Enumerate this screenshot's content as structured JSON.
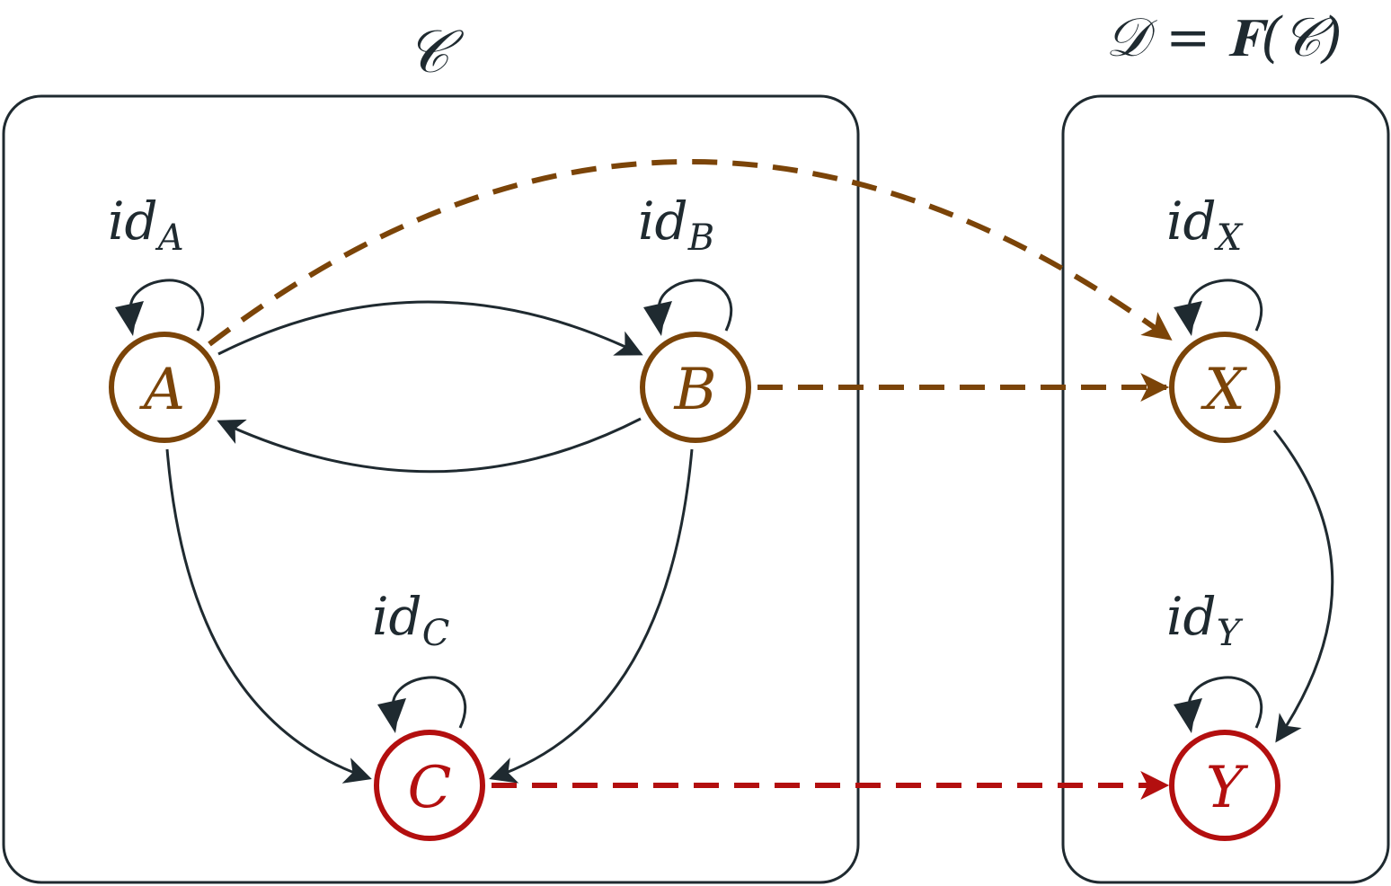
{
  "colors": {
    "ink": "#1f2a30",
    "brown": "#7b4408",
    "red": "#b30f0f"
  },
  "categories": {
    "source": {
      "label": "𝒞"
    },
    "target": {
      "label": "𝒟 = 𝐅(𝒞)"
    }
  },
  "nodes": {
    "A": {
      "label": "A",
      "id_label": "id",
      "id_sub": "A"
    },
    "B": {
      "label": "B",
      "id_label": "id",
      "id_sub": "B"
    },
    "C": {
      "label": "C",
      "id_label": "id",
      "id_sub": "C"
    },
    "X": {
      "label": "X",
      "id_label": "id",
      "id_sub": "X"
    },
    "Y": {
      "label": "Y",
      "id_label": "id",
      "id_sub": "Y"
    }
  }
}
